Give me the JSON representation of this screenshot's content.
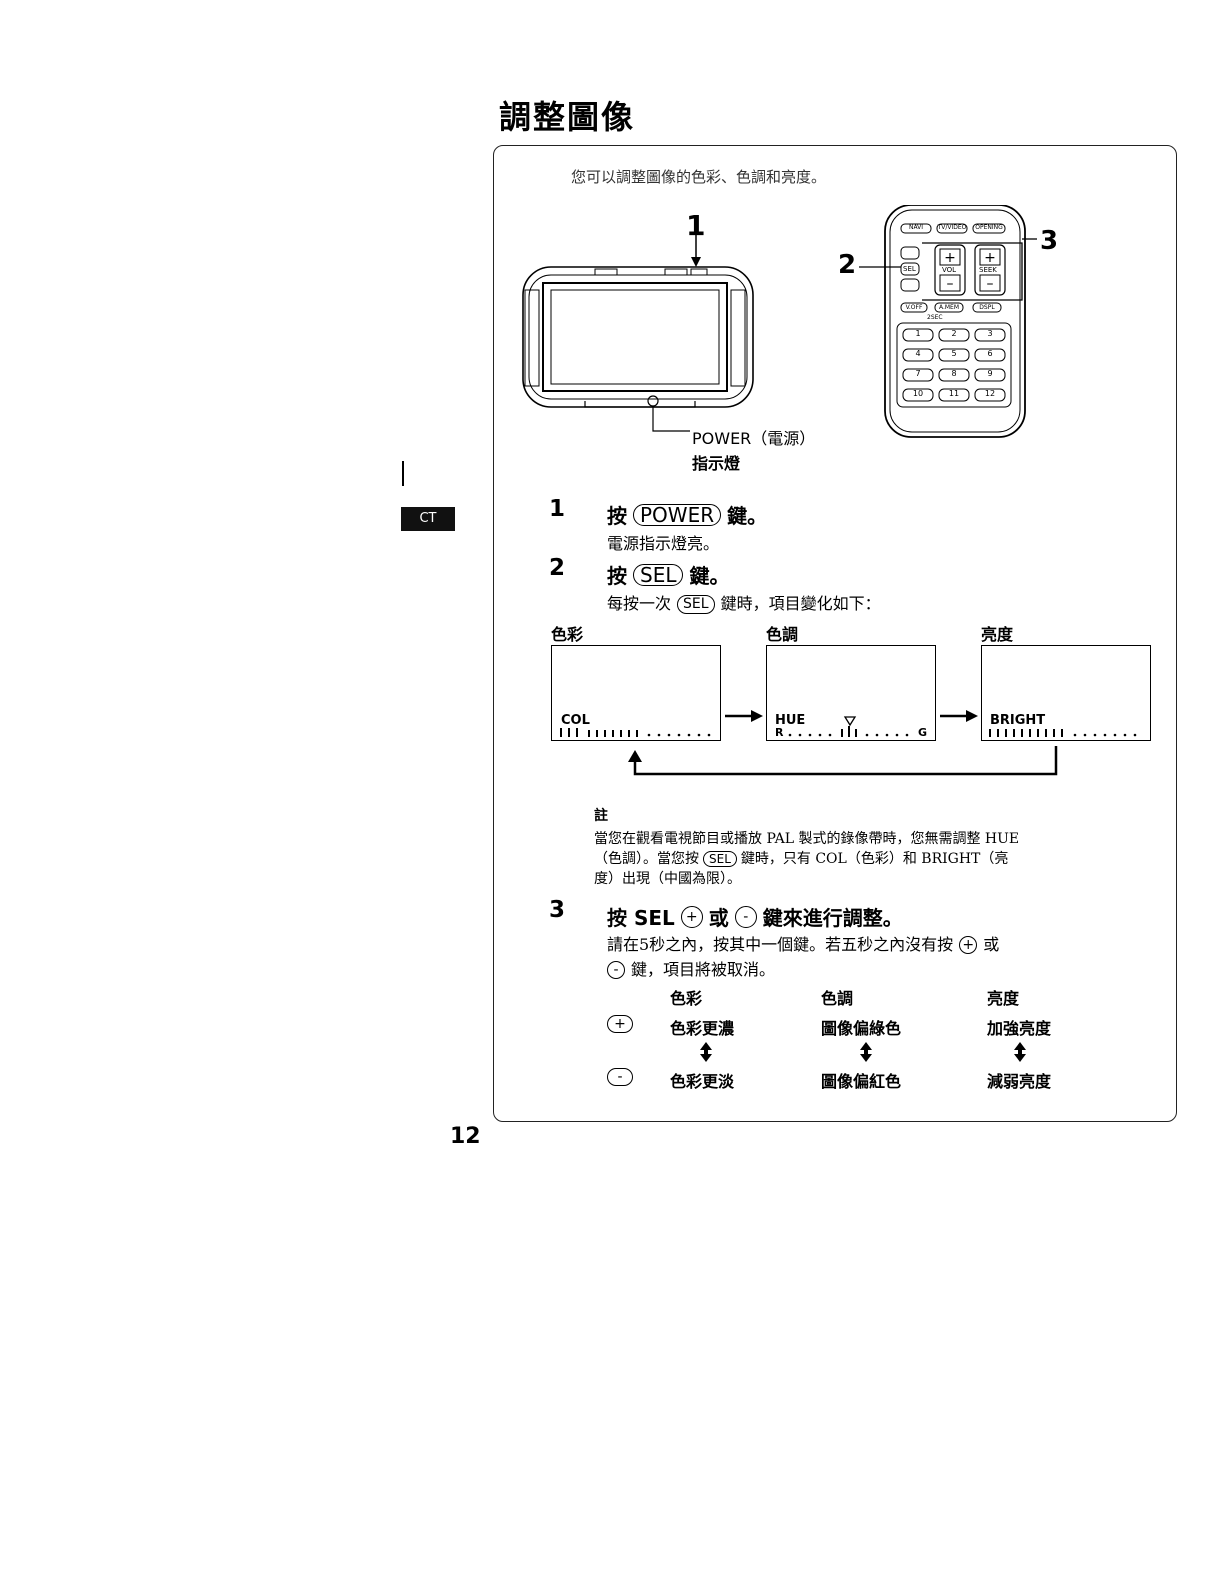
{
  "page": {
    "title": "調整圖像",
    "intro": "您可以調整圖像的色彩、色調和亮度。",
    "side_tab": "CT",
    "page_number": "12"
  },
  "figure": {
    "callout_1": "1",
    "callout_2": "2",
    "callout_3": "3",
    "power_label": "POWER（電源）",
    "indicator_label": "指示燈",
    "remote": {
      "top_buttons": [
        "NAVI",
        "TV/VIDEO",
        "OPENING"
      ],
      "vol_label": "VOL",
      "seek_label": "SEEK",
      "sel_label": "SEL",
      "mid_buttons": [
        "V.OFF",
        "A.MEM",
        "DSPL"
      ],
      "sec_label": "2SEC",
      "numbers": [
        "1",
        "2",
        "3",
        "4",
        "5",
        "6",
        "7",
        "8",
        "9",
        "10",
        "11",
        "12"
      ]
    }
  },
  "steps": [
    {
      "num": "1",
      "prefix": "按",
      "key": "POWER",
      "suffix": "鍵。",
      "desc": "電源指示燈亮。"
    },
    {
      "num": "2",
      "prefix": "按",
      "key": "SEL",
      "suffix": "鍵。",
      "desc_pre": "每按一次",
      "desc_key": "SEL",
      "desc_post": "鍵時，項目變化如下："
    },
    {
      "num": "3",
      "title_pre": "按 SEL",
      "plus": "+",
      "or": "或",
      "minus": "-",
      "title_post": "鍵來進行調整。",
      "desc_line1_pre": "請在5秒之內，按其中一個鍵。若五秒之內沒有按",
      "desc_line1_post": "或",
      "desc_line2_post": "鍵，項目將被取消。"
    }
  ],
  "screens": [
    {
      "heading": "色彩",
      "label": "COL",
      "scale_left": "",
      "scale_right": ""
    },
    {
      "heading": "色調",
      "label": "HUE",
      "scale_left": "R",
      "scale_right": "G"
    },
    {
      "heading": "亮度",
      "label": "BRIGHT",
      "scale_left": "",
      "scale_right": ""
    }
  ],
  "note": {
    "heading": "註",
    "line1": "當您在觀看電視節目或播放 PAL 製式的錄像帶時，您無需調整 HUE",
    "line2_pre": "（色調）。當您按",
    "line2_key": "SEL",
    "line2_post": "鍵時，只有 COL（色彩）和 BRIGHT（亮",
    "line3": "度）出現（中國為限）。"
  },
  "table": {
    "headers": [
      "色彩",
      "色調",
      "亮度"
    ],
    "plus_symbol": "+",
    "minus_symbol": "-",
    "plus_row": [
      "色彩更濃",
      "圖像偏綠色",
      "加強亮度"
    ],
    "minus_row": [
      "色彩更淡",
      "圖像偏紅色",
      "減弱亮度"
    ]
  }
}
